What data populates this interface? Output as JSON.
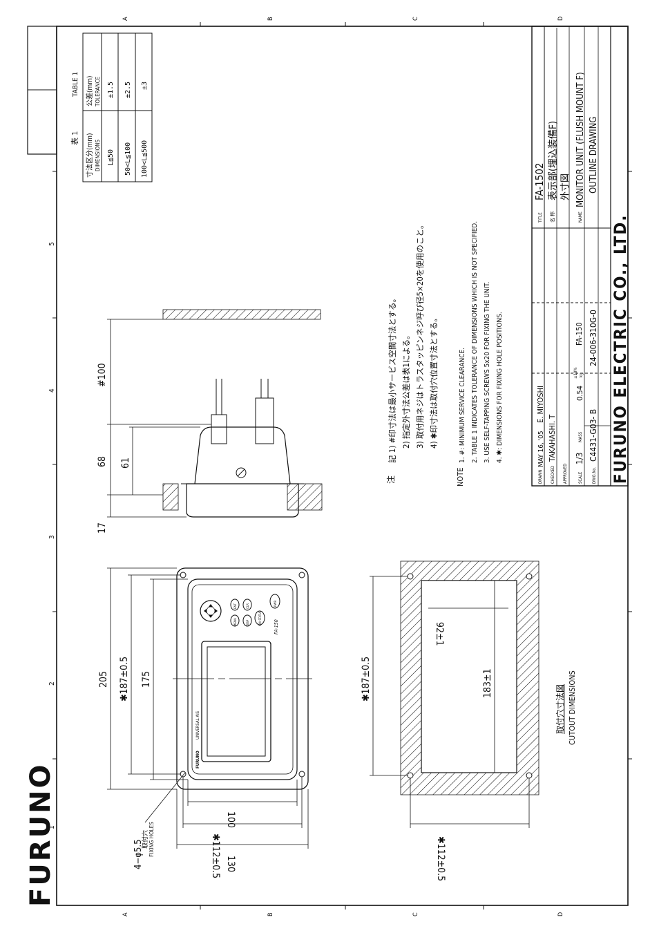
{
  "brand": {
    "logo": "FURUNO",
    "company": "FURUNO ELECTRIC CO., LTD."
  },
  "grid": {
    "rows": [
      "A",
      "B",
      "C",
      "D"
    ],
    "cols": [
      "1",
      "2",
      "3",
      "4",
      "5"
    ]
  },
  "table1": {
    "caption_jp": "表 1",
    "caption_en": "TABLE 1",
    "head_dim_jp": "寸法区分(mm)",
    "head_dim_en": "DIMENSIONS",
    "head_tol_jp": "公差(mm)",
    "head_tol_en": "TOLERANCE",
    "rows": [
      {
        "dim": "L≦50",
        "tol": "±1.5"
      },
      {
        "dim": "50<L≦100",
        "tol": "±2.5"
      },
      {
        "dim": "100<L≦500",
        "tol": "±3"
      }
    ]
  },
  "notes_jp": {
    "label": "注",
    "items": [
      "記 1) #印寸法は最小サービス空間寸法とする。",
      "2) 指定外寸法公差は表1による。",
      "3) 取付用ネジはトラスタッピンネジ呼び径5×20を使用のこと。",
      "4) ✱印寸法は取付穴位置寸法とする。"
    ]
  },
  "notes_en": {
    "label": "NOTE",
    "items": [
      "1. #: MINIMUM SERVICE CLEARANCE.",
      "2. TABLE 1 INDICATES TOLERANCE OF DIMENSIONS WHICH IS NOT SPECIFIED.",
      "3. USE SELF-TAPPING SCREWS 5x20 FOR FIXING THE UNIT.",
      "4. ✱: DIMENSIONS FOR FIXING HOLE POSITIONS."
    ]
  },
  "front_view": {
    "dim_205": "205",
    "dim_187": "✱187±0.5",
    "dim_175": "175",
    "dim_130": "130",
    "dim_112": "✱112±0.5",
    "dim_100": "100",
    "holes": "4−φ5.5",
    "holes_jp": "取付穴",
    "holes_en": "FIXING HOLES",
    "brand_label": "FURUNO",
    "model_label": "UNIVERSAL AIS",
    "keys": [
      "MENU",
      "ENT",
      "DISP",
      "CLR",
      "NAV STATUS",
      "PWR",
      "FA-150"
    ]
  },
  "side_view": {
    "dim_100": "#100",
    "dim_68": "68",
    "dim_61": "61",
    "dim_17": "17"
  },
  "cutout": {
    "dim_187": "✱187±0.5",
    "dim_183": "183±1",
    "dim_92": "92±1",
    "dim_112": "✱112±0.5",
    "title_jp": "取付穴寸法図",
    "title_en": "CUTOUT DIMENSIONS"
  },
  "title_block": {
    "drawn_label": "DRAWN",
    "drawn_date": "MAY 16, '05",
    "drawn_name": "E. MIYOSHI",
    "checked_label": "CHECKED",
    "checked_name": "TAKAHASHI. T",
    "approved_label": "APPROVED",
    "scale_label": "SCALE",
    "scale_value": "1/3",
    "mass_label": "MASS",
    "mass_value": "0.54",
    "mass_tol": "±10%",
    "mass_unit": "kg",
    "dwg_label": "DWG.No.",
    "dwg_value": "C4431-G03- B",
    "ref_no": "24-006-310G-0",
    "model": "FA-150",
    "title_label": "TITLE",
    "title_value": "FA-1502",
    "name_jp_label": "名 称",
    "name_jp_1": "表示部(埋込装備F)",
    "name_jp_2": "外寸図",
    "name_label": "NAME",
    "name_en_1": "MONITOR UNIT (FLUSH MOUNT F)",
    "name_en_2": "OUTLINE DRAWING"
  }
}
